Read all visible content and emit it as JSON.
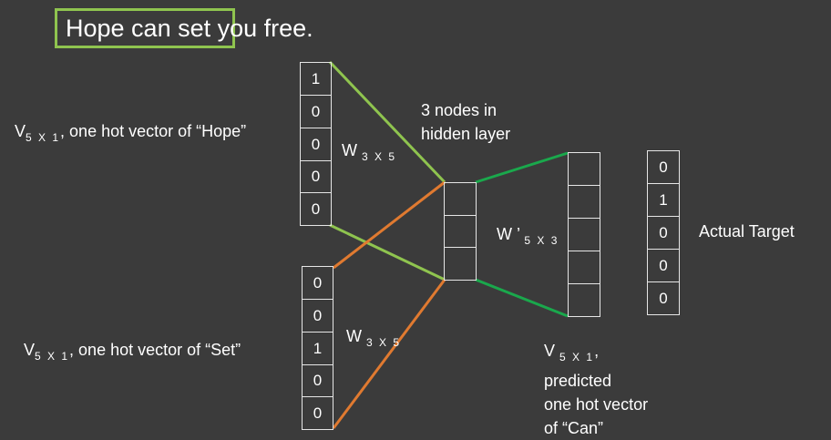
{
  "sentence": {
    "highlighted": "Hope can set",
    "rest": "you free."
  },
  "input_hope": {
    "label_v": "V",
    "label_sub": "5 X 1",
    "label_tail": ", one hot vector of “Hope”",
    "cells": [
      "1",
      "0",
      "0",
      "0",
      "0"
    ]
  },
  "input_set": {
    "label_v": "V",
    "label_sub": "5 X 1",
    "label_tail": ", one hot vector of “Set”",
    "cells": [
      "0",
      "0",
      "1",
      "0",
      "0"
    ]
  },
  "weights": {
    "w_top": "W",
    "w_top_sub": "3 X 5",
    "w_bottom": "W",
    "w_bottom_sub": "3 X 5",
    "w_prime": "W ’",
    "w_prime_sub": "5 X 3"
  },
  "hidden": {
    "label_line1": "3 nodes in",
    "label_line2": "hidden layer",
    "cells": [
      "",
      "",
      ""
    ]
  },
  "output": {
    "cells": [
      "",
      "",
      "",
      "",
      ""
    ],
    "label_v": "V",
    "label_sub": "5 X 1",
    "label_comma": ",",
    "label_line2": "predicted",
    "label_line3": "one hot vector",
    "label_line4": "of “Can”"
  },
  "target": {
    "cells": [
      "0",
      "1",
      "0",
      "0",
      "0"
    ],
    "label": "Actual Target"
  },
  "colors": {
    "background": "#3b3b3b",
    "highlight_box": "#8fc44f",
    "light_green_line": "#8fc44f",
    "orange_line": "#e07a30",
    "dark_green_line": "#1aa84c"
  }
}
